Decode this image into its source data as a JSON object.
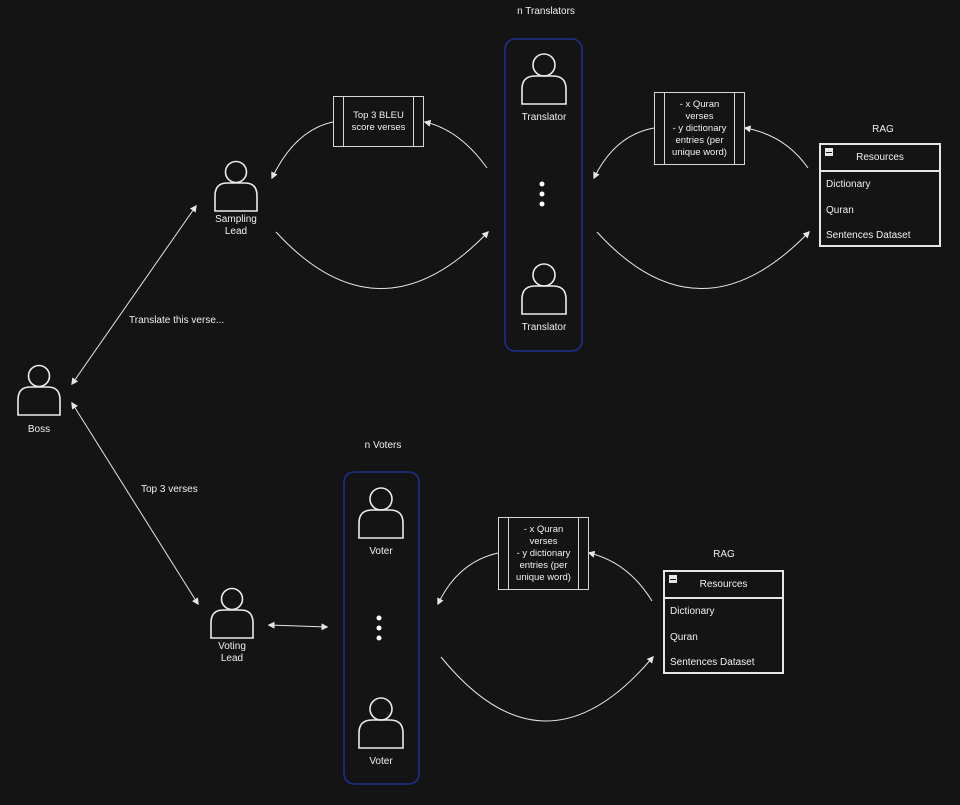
{
  "titles": {
    "translators": "n Translators",
    "voters": "n Voters",
    "rag_top": "RAG",
    "rag_bottom": "RAG"
  },
  "actors": {
    "boss": "Boss",
    "sampling_lead_line1": "Sampling",
    "sampling_lead_line2": "Lead",
    "voting_lead_line1": "Voting",
    "voting_lead_line2": "Lead",
    "translator_top": "Translator",
    "translator_bottom": "Translator",
    "voter_top": "Voter",
    "voter_bottom": "Voter"
  },
  "edges": {
    "translate_verse": "Translate this verse...",
    "top3_verses": "Top 3 verses"
  },
  "notes": {
    "bleu": "Top 3 BLEU\nscore verses",
    "context_top": "- x Quran\nverses\n- y dictionary\nentries (per\nunique word)",
    "context_bottom": "- x Quran\nverses\n- y dictionary\nentries (per\nunique word)"
  },
  "resources_top": {
    "title": "Resources",
    "items": [
      "Dictionary",
      "Quran",
      "Sentences Dataset"
    ]
  },
  "resources_bottom": {
    "title": "Resources",
    "items": [
      "Dictionary",
      "Quran",
      "Sentences Dataset"
    ]
  },
  "colors": {
    "background": "#141414",
    "group_border": "#1f2f8f",
    "stroke": "#e6e6e6"
  }
}
